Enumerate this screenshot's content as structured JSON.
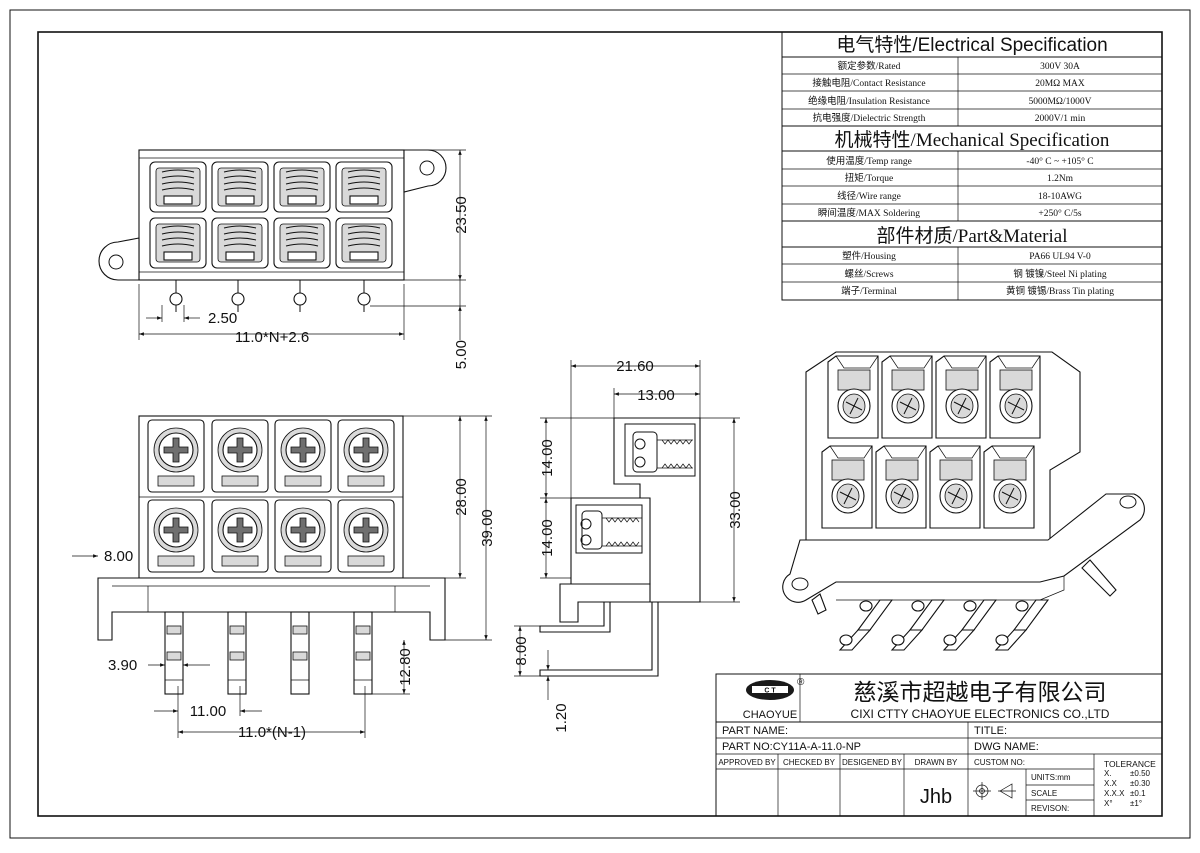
{
  "spec": {
    "electrical_title": "电气特性/Electrical Specification",
    "electrical_rows": [
      {
        "label": "额定参数/Rated",
        "value": "300V  30A"
      },
      {
        "label": "接触电阻/Contact Resistance",
        "value": "20MΩ MAX"
      },
      {
        "label": "绝缘电阻/Insulation Resistance",
        "value": "5000MΩ/1000V"
      },
      {
        "label": "抗电强度/Dielectric Strength",
        "value": "2000V/1 min"
      }
    ],
    "mechanical_title": "机械特性/Mechanical Specification",
    "mechanical_rows": [
      {
        "label": "使用温度/Temp range",
        "value": "-40° C ~ +105° C"
      },
      {
        "label": "扭矩/Torque",
        "value": "1.2Nm"
      },
      {
        "label": "线径/Wire range",
        "value": "18-10AWG"
      },
      {
        "label": "瞬间温度/MAX Soldering",
        "value": "+250° C/5s"
      }
    ],
    "material_title": "部件材质/Part&Material",
    "material_rows": [
      {
        "label": "塑件/Housing",
        "value": "PA66 UL94 V-0"
      },
      {
        "label": "螺丝/Screws",
        "value": "钢 镀镍/Steel Ni plating"
      },
      {
        "label": "端子/Terminal",
        "value": "黄铜 镀锡/Brass Tin  plating"
      }
    ]
  },
  "dimensions": {
    "top_height": "23.50",
    "top_pin_pitch": "2.50",
    "top_width": "11.0*N+2.6",
    "top_pin_len": "5.00",
    "front_upper": "28.00",
    "front_total": "39.00",
    "front_base": "8.00",
    "front_pin_h": "12.80",
    "front_pin_w": "3.90",
    "front_pitch": "11.00",
    "front_span": "11.0*(N-1)",
    "side_depth": "21.60",
    "side_upper_depth": "13.00",
    "side_upper_h": "14.00",
    "side_lower_h": "14.00",
    "side_total_h": "33.00",
    "side_pin_h": "8.00",
    "side_pin_t": "1.20"
  },
  "title_block": {
    "logo_text": "CHAOYUE",
    "registered": "®",
    "company_cn": "慈溪市超越电子有限公司",
    "company_en": "CIXI CTTY CHAOYUE ELECTRONICS CO.,LTD",
    "part_name_label": "PART NAME:",
    "title_label": "TITLE:",
    "part_no": "PART NO:CY11A-A-11.0-NP",
    "dwg_name_label": "DWG NAME:",
    "approved_by": "APPROVED BY",
    "checked_by": "CHECKED BY",
    "designed_by": "DESIGENED BY",
    "drawn_by": "DRAWN BY",
    "drawn_name": "Jhb",
    "custom_no": "CUSTOM NO:",
    "units": "UNITS:mm",
    "scale": "SCALE",
    "revision": "REVISON:",
    "tolerance_title": "TOLERANCE",
    "tolerance_rows": [
      {
        "k": "X.",
        "v": "±0.50"
      },
      {
        "k": "X.X",
        "v": "±0.30"
      },
      {
        "k": "X.X.X",
        "v": "±0.1"
      },
      {
        "k": "X°",
        "v": "±1°"
      }
    ]
  }
}
